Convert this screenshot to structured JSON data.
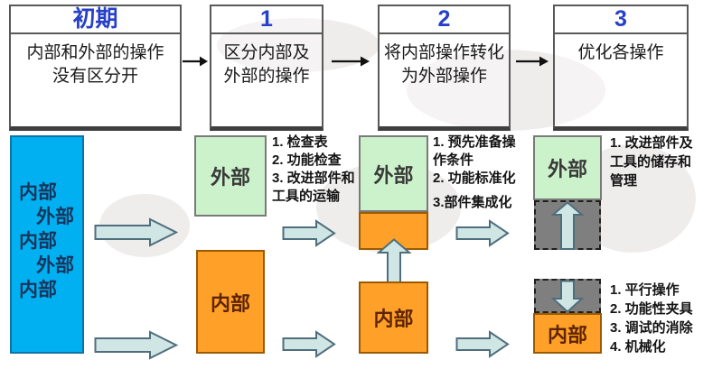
{
  "stages": [
    {
      "header": "初期",
      "description": "内部和外部的操作\n没有区分开"
    },
    {
      "header": "1",
      "description": "区分内部及\n外部的操作"
    },
    {
      "header": "2",
      "description": "将内部操作转化\n为外部操作"
    },
    {
      "header": "3",
      "description": "优化各操作"
    }
  ],
  "flow": {
    "initial": {
      "lines": [
        "内部",
        "外部",
        "内部",
        "外部",
        "内部"
      ]
    },
    "stage1": {
      "external": "外部",
      "internal": "内部",
      "improvements": [
        "1. 检查表",
        "2. 功能检查",
        "3. 改进部件和\n工具的运输"
      ]
    },
    "stage2": {
      "external": "外部",
      "internal": "内部",
      "improvements": [
        "1. 预先准备操\n作条件",
        "2. 功能标准化",
        "3.部件集成化"
      ]
    },
    "stage3": {
      "external": "外部",
      "internal": "内部",
      "improvements_external": [
        "1. 改进部件及\n工具的储存和\n管理"
      ],
      "improvements_internal": [
        "1. 平行操作",
        "2. 功能性夹具",
        "3. 调试的消除",
        "4. 机械化"
      ]
    }
  },
  "colors": {
    "stage_header_text": "#2640c9",
    "initial_box_fill": "#00b0f0",
    "external_box_fill": "#ccf2cb",
    "internal_box_fill": "#ffa128",
    "converted_gray_fill": "#7f7f7f",
    "block_arrow_fill": "#cfe6e4",
    "block_arrow_stroke": "#4f6e7d"
  }
}
